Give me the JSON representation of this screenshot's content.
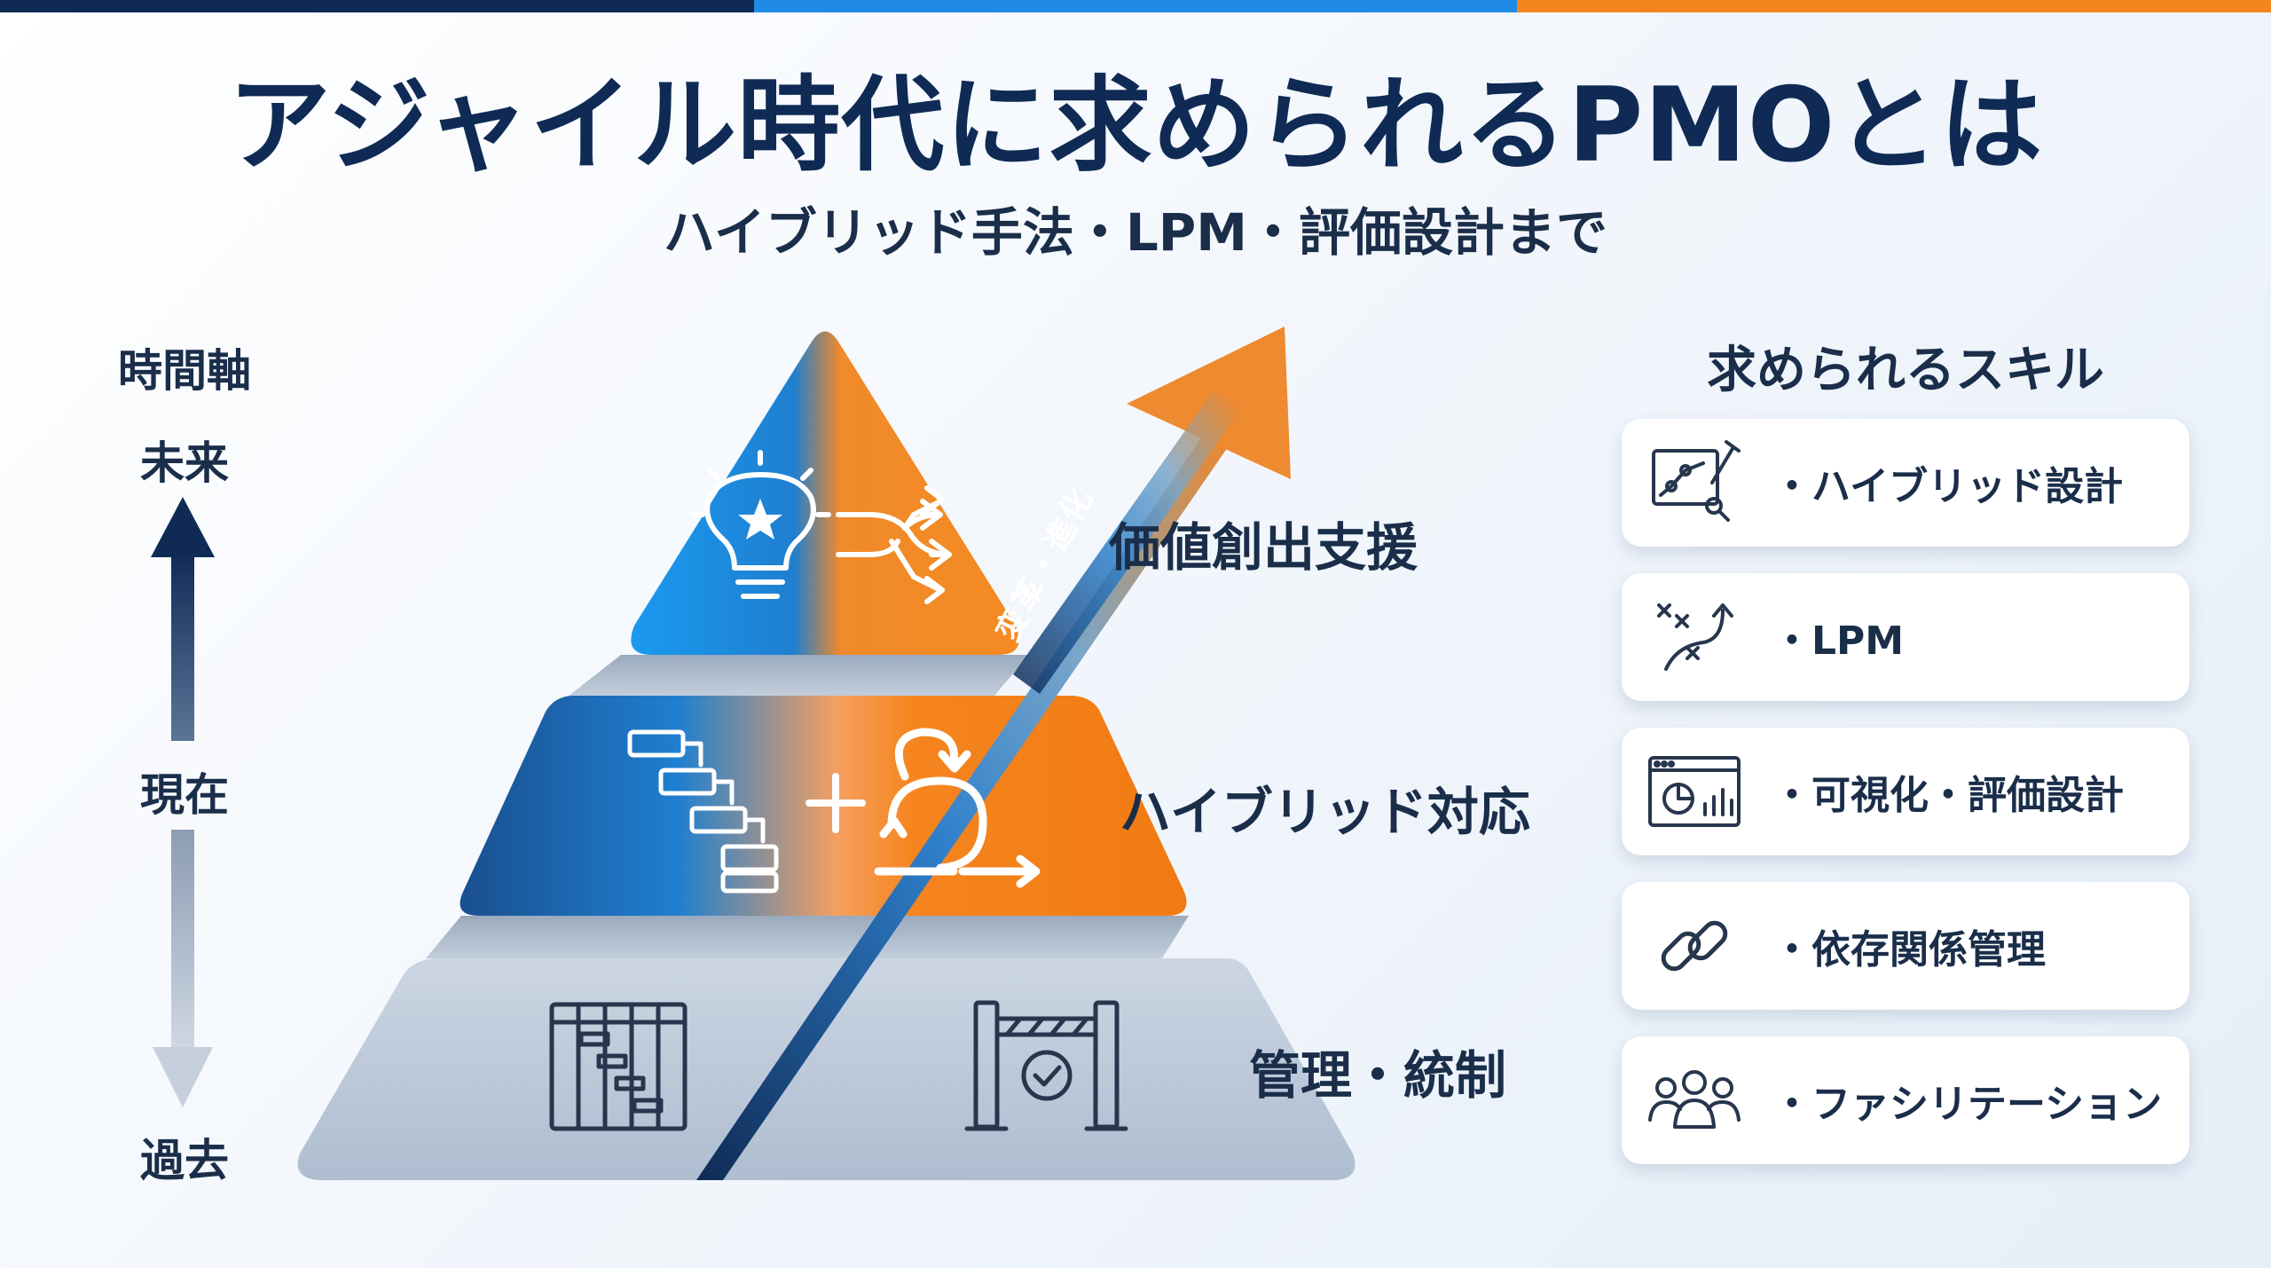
{
  "title": "アジャイル時代に求められるPMOとは",
  "subtitle": "ハイブリッド手法・LPM・評価設計まで",
  "time_axis": {
    "title": "時間軸",
    "future": "未来",
    "present": "現在",
    "past": "過去"
  },
  "pyramid": {
    "layers": [
      {
        "label": "価値創出支援",
        "icons": [
          "lightbulb-star-icon",
          "shuffle-icon"
        ]
      },
      {
        "label": "ハイブリッド対応",
        "icons": [
          "waterfall-icon",
          "plus-icon",
          "agile-cycle-icon"
        ]
      },
      {
        "label": "管理・統制",
        "icons": [
          "gantt-chart-icon",
          "gate-check-icon"
        ]
      }
    ],
    "arrow_text": "変革・進化"
  },
  "skills": {
    "title": "求められるスキル",
    "items": [
      {
        "label": "・ハイブリッド設計",
        "icon": "design-board-icon"
      },
      {
        "label": "・LPM",
        "icon": "strategy-play-icon"
      },
      {
        "label": "・可視化・評価設計",
        "icon": "dashboard-icon"
      },
      {
        "label": "・依存関係管理",
        "icon": "chain-link-icon"
      },
      {
        "label": "・ファシリテーション",
        "icon": "team-icon"
      }
    ]
  },
  "colors": {
    "navy": "#0f2b55",
    "blue": "#1f8be6",
    "orange": "#f5851f",
    "slate": "#b9c6d8"
  }
}
